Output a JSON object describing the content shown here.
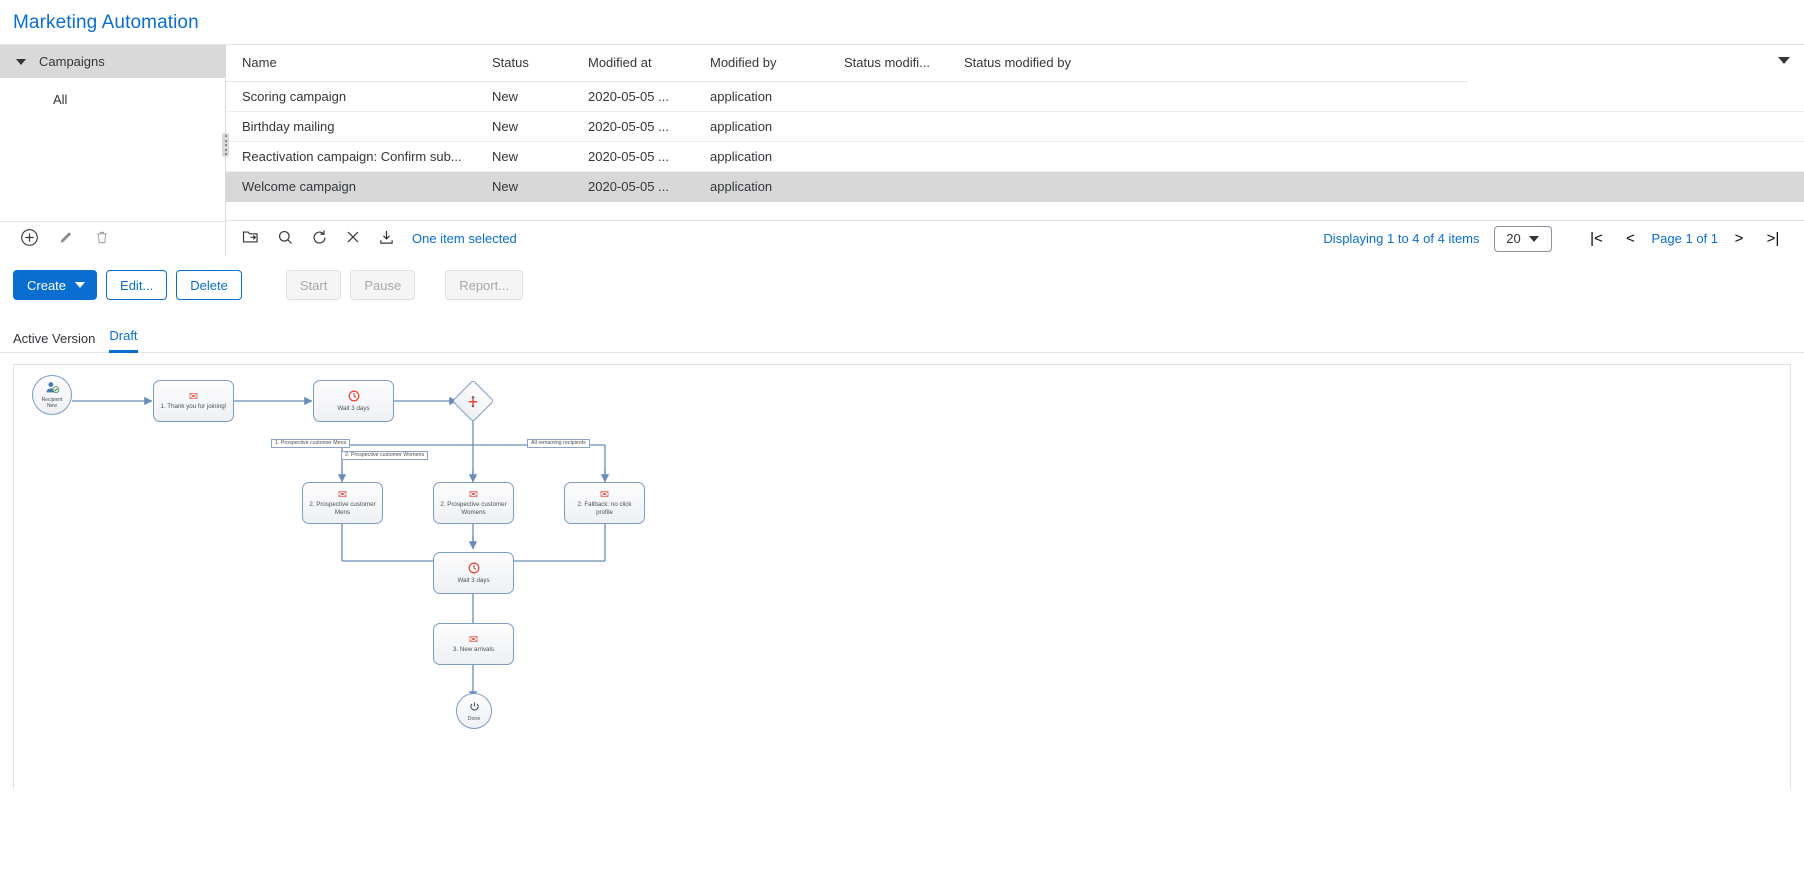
{
  "page": {
    "title": "Marketing Automation"
  },
  "tree": {
    "header": "Campaigns",
    "items": [
      {
        "label": "All"
      }
    ],
    "toolbar": [
      {
        "name": "add-icon",
        "title": "Add"
      },
      {
        "name": "edit-icon",
        "title": "Edit"
      },
      {
        "name": "delete-icon",
        "title": "Delete"
      }
    ]
  },
  "table": {
    "columns": [
      {
        "key": "name",
        "label": "Name"
      },
      {
        "key": "status",
        "label": "Status"
      },
      {
        "key": "modified_at",
        "label": "Modified at"
      },
      {
        "key": "modified_by",
        "label": "Modified by"
      },
      {
        "key": "status_modified_at",
        "label": "Status modifi..."
      },
      {
        "key": "status_modified_by",
        "label": "Status modified by"
      }
    ],
    "rows": [
      {
        "name": "Scoring campaign",
        "status": "New",
        "modified_at": "2020-05-05 ...",
        "modified_by": "application",
        "status_modified_at": "",
        "status_modified_by": "",
        "selected": false
      },
      {
        "name": "Birthday mailing",
        "status": "New",
        "modified_at": "2020-05-05 ...",
        "modified_by": "application",
        "status_modified_at": "",
        "status_modified_by": "",
        "selected": false
      },
      {
        "name": "Reactivation campaign: Confirm sub...",
        "status": "New",
        "modified_at": "2020-05-05 ...",
        "modified_by": "application",
        "status_modified_at": "",
        "status_modified_by": "",
        "selected": false
      },
      {
        "name": "Welcome campaign",
        "status": "New",
        "modified_at": "2020-05-05 ...",
        "modified_by": "application",
        "status_modified_at": "",
        "status_modified_by": "",
        "selected": true
      }
    ],
    "toolbar": {
      "icons": [
        {
          "name": "open-folder-icon",
          "title": "Open"
        },
        {
          "name": "search-icon",
          "title": "Search"
        },
        {
          "name": "refresh-icon",
          "title": "Refresh"
        },
        {
          "name": "clear-icon",
          "title": "Clear"
        },
        {
          "name": "export-icon",
          "title": "Export"
        }
      ],
      "selection_text": "One item selected"
    },
    "pagination": {
      "displaying": "Displaying 1 to 4 of 4 items",
      "page_size": "20",
      "page_label": "Page 1 of 1",
      "first": "|<",
      "prev": "<",
      "next": ">",
      "last": ">|"
    }
  },
  "actions": {
    "create": "Create",
    "edit": "Edit...",
    "delete": "Delete",
    "start": "Start",
    "pause": "Pause",
    "report": "Report..."
  },
  "tabs": [
    {
      "label": "Active Version",
      "active": false
    },
    {
      "label": "Draft",
      "active": true
    }
  ],
  "diagram": {
    "nodes": [
      {
        "id": "start",
        "type": "start-circle",
        "label": "Recipient\nNew",
        "icon": "recipient-icon"
      },
      {
        "id": "mail1",
        "type": "email-box",
        "label": "1. Thank you for joining!",
        "icon": "mail-icon"
      },
      {
        "id": "wait1",
        "type": "wait-box",
        "label": "Wait 3 days",
        "icon": "clock-icon"
      },
      {
        "id": "split",
        "type": "decision",
        "label": "",
        "icon": "split-icon"
      },
      {
        "id": "mail2a",
        "type": "email-box",
        "label": "2. Prospective customer Mens",
        "icon": "mail-icon"
      },
      {
        "id": "mail2b",
        "type": "email-box",
        "label": "2. Prospective customer Womens",
        "icon": "mail-icon"
      },
      {
        "id": "mail2c",
        "type": "email-box",
        "label": "2. Fallback: no click profile",
        "icon": "mail-icon"
      },
      {
        "id": "wait2",
        "type": "wait-box",
        "label": "Wait 3 days",
        "icon": "clock-icon"
      },
      {
        "id": "mail3",
        "type": "email-box",
        "label": "3. New arrivals",
        "icon": "mail-icon"
      },
      {
        "id": "done",
        "type": "end-circle",
        "label": "Done",
        "icon": "power-icon"
      }
    ],
    "edge_labels": [
      {
        "id": "lbl-mens",
        "text": "1. Prospective customer Mens"
      },
      {
        "id": "lbl-womens",
        "text": "2. Prospective customer Womens"
      },
      {
        "id": "lbl-remaining",
        "text": "All remaining recipients"
      }
    ]
  },
  "colors": {
    "accent": "#0a6ed1",
    "selected_row": "#d8d8d8",
    "header_bg": "#d9d9d9",
    "node_stroke": "#7b9cc4",
    "mail_red": "#e8453c"
  }
}
